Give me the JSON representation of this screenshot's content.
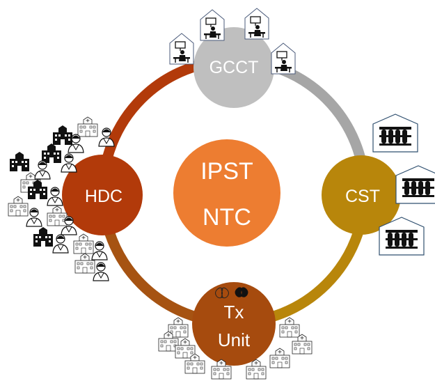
{
  "center": {
    "line1": "IPST",
    "line2": "NTC",
    "color": "#ED7D31"
  },
  "nodes": {
    "gcct": {
      "label": "GCCT",
      "color": "#BFBFBF"
    },
    "cst": {
      "label": "CST",
      "color": "#B8860B"
    },
    "tx": {
      "line1": "Tx",
      "line2": "Unit",
      "color": "#A64B0E"
    },
    "hdc": {
      "label": "HDC",
      "color": "#B23A0A"
    }
  },
  "ring_arcs": {
    "gcct_to_cst": "#A6A6A6",
    "cst_to_tx": "#B8860B",
    "tx_to_hdc": "#A65312",
    "hdc_to_gcct": "#B23A0A"
  },
  "icons": {
    "gcct": "researcher-at-desk-icon",
    "cst": "test-tube-rack-icon",
    "tx": "hospital-building-icon",
    "tx_organs": "kidney-icon",
    "hdc": "hospital-and-doctor-icon"
  }
}
